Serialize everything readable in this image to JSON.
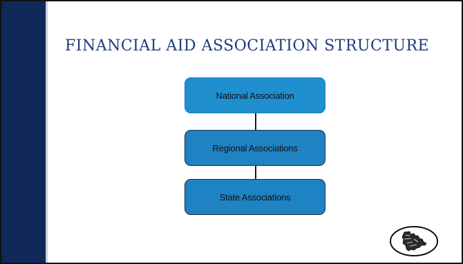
{
  "slide": {
    "title": "FINANCIAL AID ASSOCIATION STRUCTURE"
  },
  "diagram": {
    "nodes": [
      {
        "label": "National Association"
      },
      {
        "label": "Regional Associations"
      },
      {
        "label": "State Associations"
      }
    ]
  },
  "colors": {
    "sidebar": "#0f2857",
    "title": "#1f3a7a",
    "box_fill": "#1f82c2",
    "box_fill_top": "#1f8fd0",
    "connector": "#1a1a1a"
  },
  "logo": {
    "icon": "map-logo-icon"
  }
}
